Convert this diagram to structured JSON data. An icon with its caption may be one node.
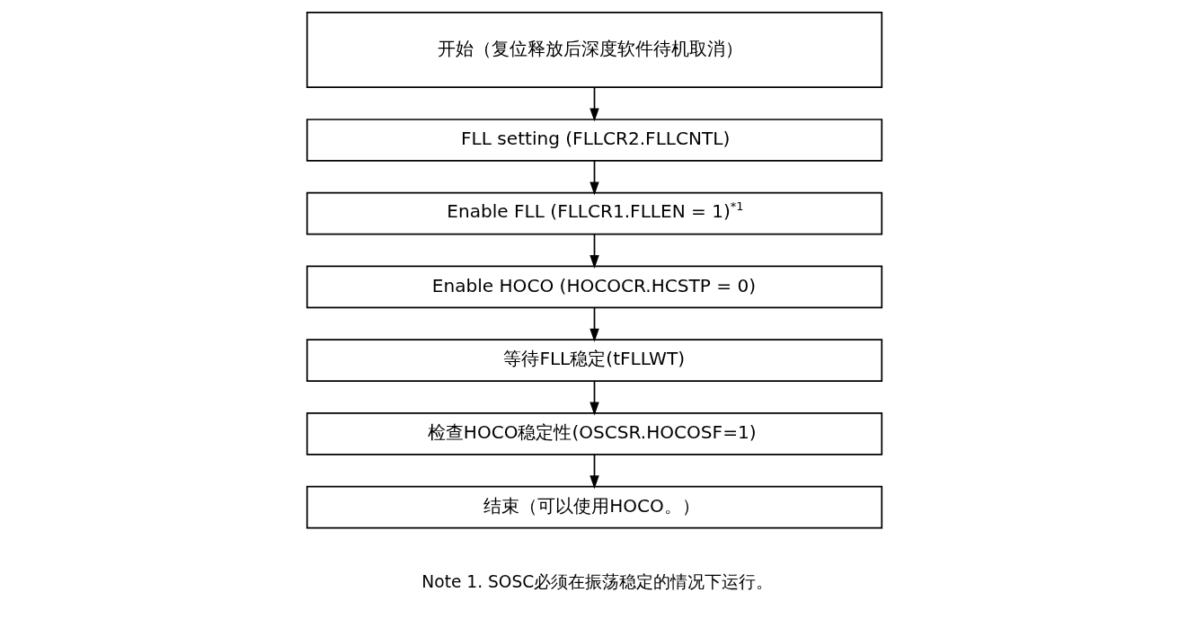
{
  "diagram": {
    "nodes": [
      {
        "text": [
          "开始（复位释放后深度软件待机取消）"
        ]
      },
      {
        "text": [
          "FLL setting (FLLCR2.FLLCNTL)"
        ]
      },
      {
        "text": [
          "Enable FLL (FLLCR1.FLLEN = 1)$^{*1}$"
        ]
      },
      {
        "text": [
          "Enable HOCO (HOCOCR.HCSTP = 0)"
        ]
      },
      {
        "text": [
          "等待FLL稳定(tFLLWT)"
        ]
      },
      {
        "text": [
          "检查HOCO稳定性(OSCSR.HOCOSF=1)"
        ]
      },
      {
        "text": [
          "结束（可以使用HOCO。）"
        ]
      }
    ],
    "edges": [
      {
        "from": 0,
        "to": 1,
        "arrow": "to"
      },
      {
        "from": 1,
        "to": 2,
        "arrow": "to"
      },
      {
        "from": 2,
        "to": 3,
        "arrow": "to"
      },
      {
        "from": 3,
        "to": 4,
        "arrow": "to"
      },
      {
        "from": 4,
        "to": 5,
        "arrow": "to"
      },
      {
        "from": 5,
        "to": 6,
        "arrow": "to"
      }
    ],
    "labels": [
      "Note 1. SOSC必须在振荡稳定的情况下运行。"
    ]
  }
}
